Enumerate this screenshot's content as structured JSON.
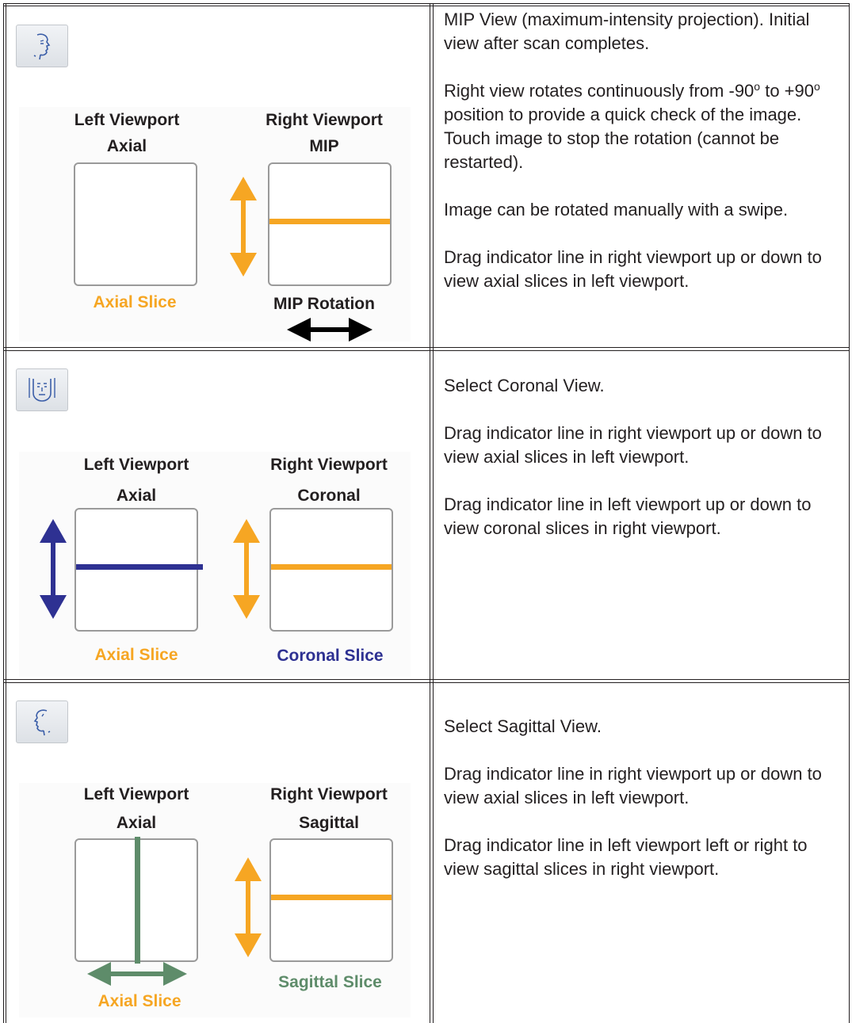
{
  "colors": {
    "orange": "#f6a623",
    "navy": "#2e3192",
    "green": "#5e8c6a",
    "border": "#231f20",
    "text": "#231f20"
  },
  "rows": [
    {
      "icon": "face-right-profile-icon",
      "left_title": "Left Viewport",
      "left_sub": "Axial",
      "right_title": "Right Viewport",
      "right_sub": "MIP",
      "left_caption": "Axial Slice",
      "right_caption": "MIP Rotation",
      "paragraphs": [
        "MIP View (maximum-intensity projection). Initial view after scan completes.",
        "position to provide a quick check of the image. Touch image to stop the rotation (cannot be restarted).",
        "Image can be rotated manually with a swipe.",
        "Drag indicator line in right viewport up or down to view axial slices in left viewport."
      ],
      "rotation_prefix": "Right view rotates continuously from",
      "rotation_from": "-90",
      "rotation_to": "to +90",
      "degree_sup": "o"
    },
    {
      "icon": "face-frontal-icon",
      "left_title": "Left Viewport",
      "left_sub": "Axial",
      "right_title": "Right Viewport",
      "right_sub": "Coronal",
      "left_caption": "Axial Slice",
      "right_caption": "Coronal Slice",
      "paragraphs": [
        "Select Coronal View.",
        "Drag indicator line in right viewport up or down to view axial slices in left viewport.",
        "Drag indicator line in left viewport up or down to view coronal slices in right viewport."
      ]
    },
    {
      "icon": "face-left-profile-icon",
      "left_title": "Left Viewport",
      "left_sub": "Axial",
      "right_title": "Right Viewport",
      "right_sub": "Sagittal",
      "left_caption": "Axial Slice",
      "right_caption": "Sagittal Slice",
      "paragraphs": [
        "Select Sagittal View.",
        "Drag indicator line in right viewport up or down to view axial slices in left viewport.",
        "Drag indicator line in left viewport left or right to view sagittal slices in right viewport."
      ]
    }
  ]
}
